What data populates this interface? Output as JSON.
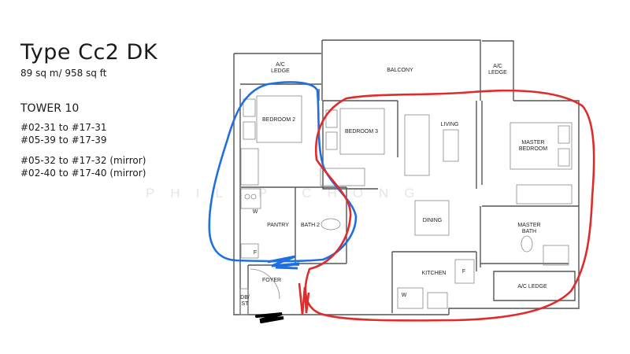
{
  "unit": {
    "title": "Type Cc2 DK",
    "area": "89 sq m/ 958 sq ft",
    "tower": "TOWER 10",
    "units": [
      "#02-31 to #17-31",
      "#05-39 to #17-39"
    ],
    "mirror_units": [
      "#05-32 to #17-32 (mirror)",
      "#02-40 to #17-40 (mirror)"
    ]
  },
  "watermark": "PHILIP CHONG",
  "rooms": {
    "ac_ledge_left": [
      "A/C",
      "LEDGE"
    ],
    "balcony": "BALCONY",
    "ac_ledge_right": [
      "A/C",
      "LEDGE"
    ],
    "bedroom2": "BEDROOM 2",
    "bedroom3": "BEDROOM 3",
    "living": "LIVING",
    "master_bedroom": [
      "MASTER",
      "BEDROOM"
    ],
    "pantry": "PANTRY",
    "bath2": "BATH 2",
    "dining": "DINING",
    "master_bath": [
      "MASTER",
      "BATH"
    ],
    "kitchen": "KITCHEN",
    "ac_ledge_bottom": "A/C LEDGE",
    "foyer": "FOYER",
    "db_st": [
      "DB/",
      "ST"
    ],
    "washer": "W",
    "washer2": "W",
    "fridge": "F",
    "fridge2": "F"
  },
  "annotation_colors": {
    "blue": "#1f6fe0",
    "red": "#e02b2b",
    "black": "#000000"
  }
}
